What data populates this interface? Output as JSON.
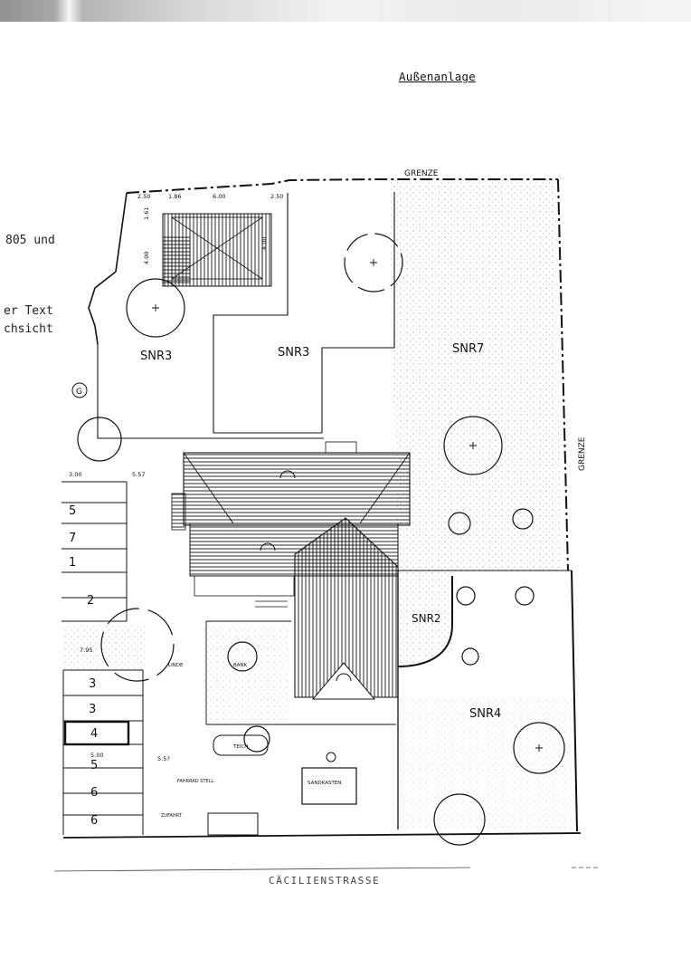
{
  "document": {
    "heading": "Außenanlage",
    "margin_text": [
      "805  und",
      "er Text",
      "chsicht"
    ],
    "street_name": "CÄCILIENSTRASSE"
  },
  "plan": {
    "boundary_labels": {
      "top": "GRENZE",
      "right": "GRENZE"
    },
    "zones": {
      "snr3_left": "SNR3",
      "snr3_mid": "SNR3",
      "snr7": "SNR7",
      "snr2": "SNR2",
      "snr4": "SNR4"
    },
    "marker_g": "G",
    "dimensions": {
      "top_a": "2.50",
      "top_b": "1.86",
      "top_c": "6.00",
      "top_d": "2.50",
      "side_a": "1.61",
      "side_b": "4.00",
      "side_c": "4.00",
      "left_a": "3.00",
      "left_b": "5.57",
      "lower_a": "7.95",
      "lower_b": "5.00",
      "lower_c": "5.5?"
    },
    "parking_upper": [
      "5",
      "7",
      "1",
      "2"
    ],
    "parking_lower": [
      "3",
      "3",
      "4",
      "5",
      "6",
      "6"
    ],
    "small_labels": {
      "linde": "LINDE",
      "bank": "BANK",
      "teich": "TEICH",
      "sandkasten": "SANDKASTEN",
      "fahrrad": "FAHRRAD STELL.",
      "zufahrt": "ZUFAHRT"
    }
  }
}
